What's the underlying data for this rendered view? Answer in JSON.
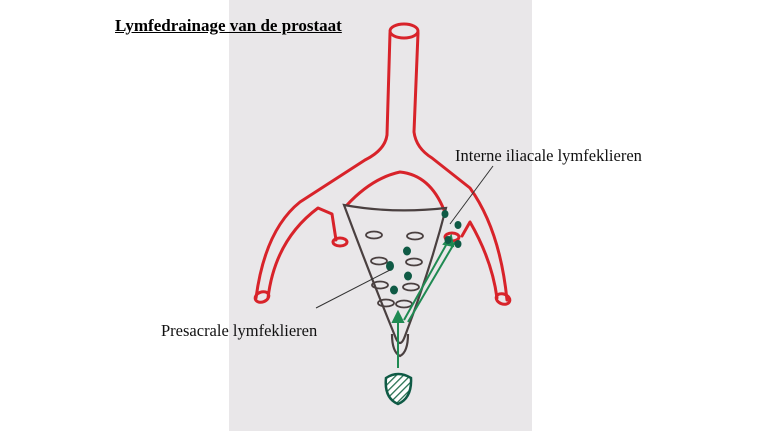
{
  "title": "Lymfedrainage van de prostaat",
  "labels": {
    "internal_iliac": "Interne iliacale lymfeklieren",
    "presacral": "Presacrale lymfeklieren"
  },
  "colors": {
    "artery": "#d8232a",
    "lymph_node": "#0f5a45",
    "lymph_vessel": "#1f8a52",
    "outline": "#4a4040",
    "background_panel": "#e9e7e9"
  },
  "icons": [
    "artery-tree-drawing",
    "prostate-outline",
    "lymph-node-dots",
    "lymph-flow-arrows"
  ]
}
